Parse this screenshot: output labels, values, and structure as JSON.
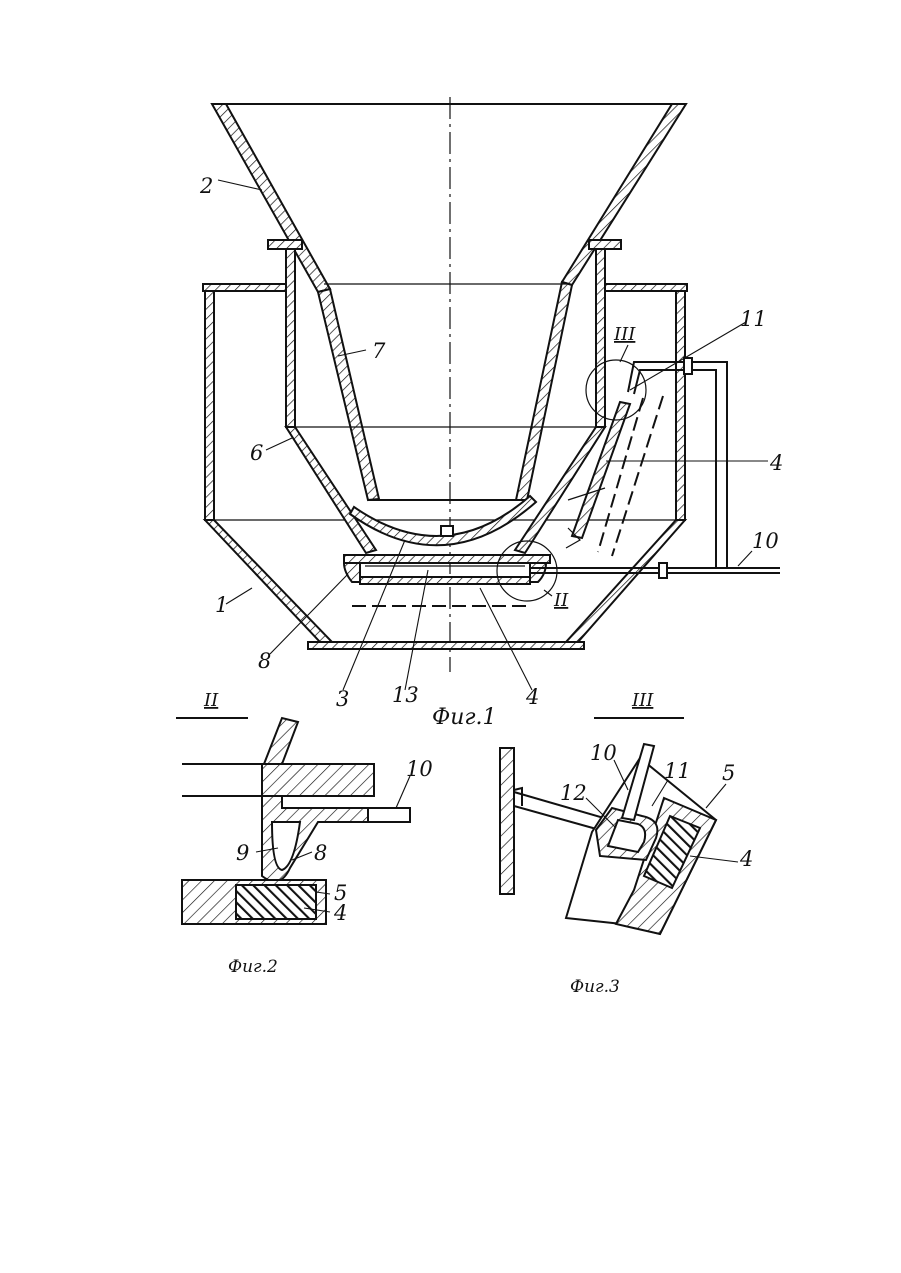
{
  "figure_captions": {
    "fig1": "Фиг.1",
    "fig2": "Фиг.2",
    "fig3": "Фиг.3"
  },
  "section_marks": {
    "fig1_detail_II": "II",
    "fig1_detail_III": "III",
    "fig2_title": "II",
    "fig3_title": "III"
  },
  "fig1_labels": {
    "l1": "1",
    "l2": "2",
    "l3": "3",
    "l4_right": "4",
    "l4_bottom": "4",
    "l6": "6",
    "l7": "7",
    "l8": "8",
    "l10": "10",
    "l11": "11",
    "l13": "13"
  },
  "fig2_labels": {
    "l4": "4",
    "l5": "5",
    "l8": "8",
    "l9": "9",
    "l10": "10"
  },
  "fig3_labels": {
    "l4": "4",
    "l5": "5",
    "l10": "10",
    "l11": "11",
    "l12": "12"
  }
}
